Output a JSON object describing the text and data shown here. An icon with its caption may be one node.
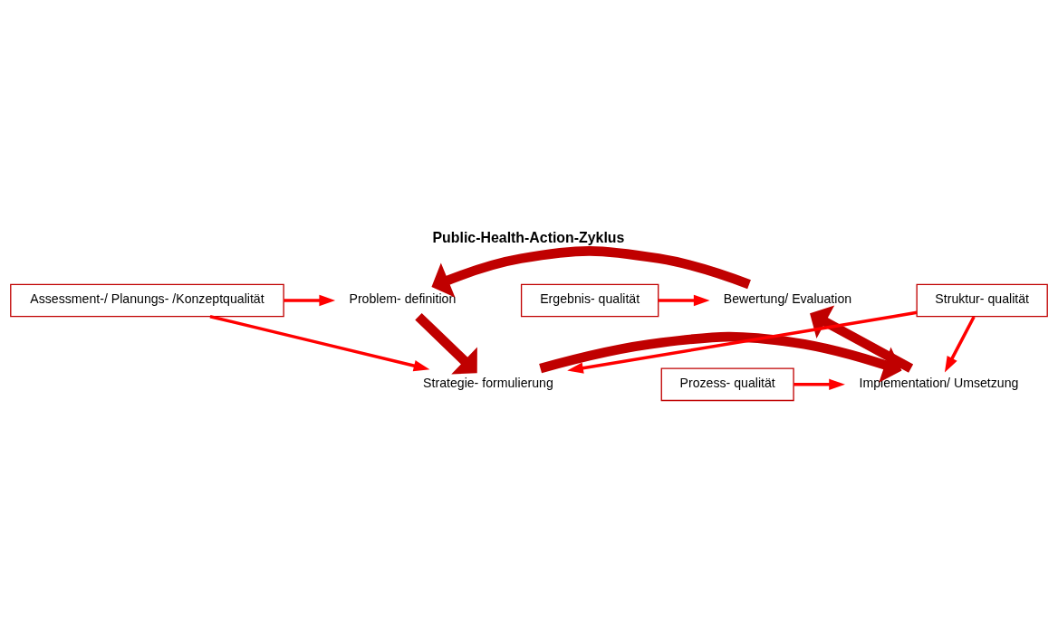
{
  "diagram": {
    "title": "Public-Health-Action-Zyklus",
    "nodes": [
      {
        "text": [
          "Bewertung/ Evaluation"
        ]
      },
      {
        "text": [
          "Problem- definition"
        ]
      },
      {
        "text": [
          "Strategie- formulierung"
        ]
      },
      {
        "text": [
          "Implementation/ Umsetzung"
        ]
      },
      {
        "text": [
          "Ergebnis- qualität"
        ]
      },
      {
        "text": [
          "Assessment-/ Planungs- /Konzeptqualität"
        ]
      },
      {
        "text": [
          "Prozess- qualität"
        ]
      },
      {
        "text": [
          "Struktur- qualität"
        ]
      }
    ],
    "edges": [
      {
        "from": 0,
        "to": 1,
        "arrow": "to",
        "style": "thick",
        "color": "#c00000"
      },
      {
        "from": 1,
        "to": 2,
        "arrow": "to",
        "style": "thick",
        "color": "#c00000"
      },
      {
        "from": 2,
        "to": 3,
        "arrow": "to",
        "style": "thick",
        "color": "#c00000"
      },
      {
        "from": 3,
        "to": 0,
        "arrow": "to",
        "style": "thick",
        "color": "#c00000"
      },
      {
        "from": 4,
        "to": 0,
        "arrow": "to"
      },
      {
        "from": 5,
        "to": 1,
        "arrow": "to"
      },
      {
        "from": 5,
        "to": 2,
        "arrow": "to"
      },
      {
        "from": 6,
        "to": 3,
        "arrow": "to"
      },
      {
        "from": 7,
        "to": 3,
        "arrow": "to"
      },
      {
        "from": 7,
        "to": 2,
        "arrow": "to"
      }
    ]
  }
}
